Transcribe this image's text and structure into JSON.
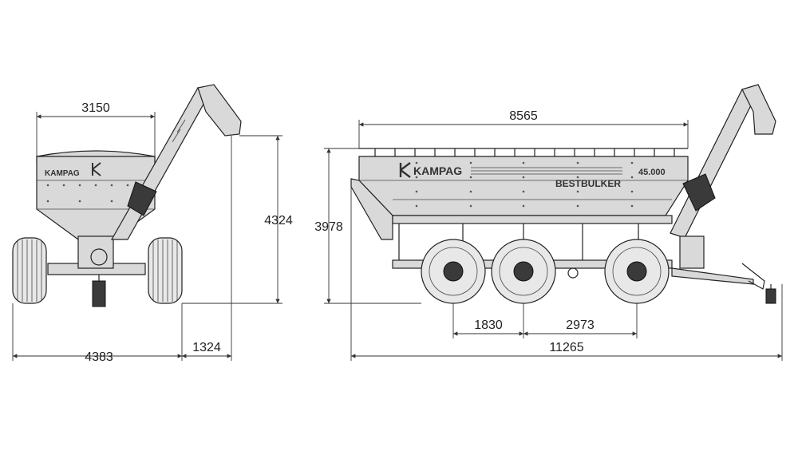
{
  "branding": {
    "logo_text": "KAMPAG",
    "model_text": "BESTBULKER",
    "capacity_text": "45.000"
  },
  "dimensions": {
    "front_width_top": "3150",
    "front_height": "4324",
    "front_track_width": "4383",
    "front_offset": "1324",
    "side_length_top": "8565",
    "side_height": "3978",
    "axle_spacing_1": "1830",
    "axle_spacing_2": "2973",
    "overall_length": "11265"
  }
}
